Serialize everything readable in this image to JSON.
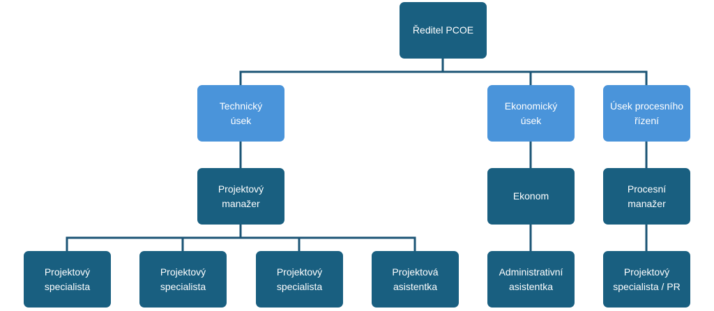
{
  "diagram": {
    "type": "org-chart",
    "colors": {
      "top_and_staff": "#195f80",
      "departments": "#4a94da",
      "connector": "#1b5475",
      "text": "#ffffff"
    },
    "nodes": {
      "root": {
        "line1": "Ředitel PCOE",
        "line2": ""
      },
      "tech": {
        "line1": "Technický",
        "line2": "úsek"
      },
      "ekon": {
        "line1": "Ekonomický",
        "line2": "úsek"
      },
      "proc": {
        "line1": "Úsek procesního",
        "line2": "řízení"
      },
      "pm": {
        "line1": "Projektový",
        "line2": "manažer"
      },
      "eko2": {
        "line1": "Ekonom",
        "line2": ""
      },
      "pcm": {
        "line1": "Procesní",
        "line2": "manažer"
      },
      "ps1": {
        "line1": "Projektový",
        "line2": "specialista"
      },
      "ps2": {
        "line1": "Projektový",
        "line2": "specialista"
      },
      "ps3": {
        "line1": "Projektový",
        "line2": "specialista"
      },
      "pa": {
        "line1": "Projektová",
        "line2": "asistentka"
      },
      "aa": {
        "line1": "Administrativní",
        "line2": "asistentka"
      },
      "pspr": {
        "line1": "Projektový",
        "line2": "specialista / PR"
      }
    },
    "edges": [
      [
        "root",
        "tech"
      ],
      [
        "root",
        "ekon"
      ],
      [
        "root",
        "proc"
      ],
      [
        "tech",
        "pm"
      ],
      [
        "ekon",
        "eko2"
      ],
      [
        "proc",
        "pcm"
      ],
      [
        "pm",
        "ps1"
      ],
      [
        "pm",
        "ps2"
      ],
      [
        "pm",
        "ps3"
      ],
      [
        "pm",
        "pa"
      ],
      [
        "eko2",
        "aa"
      ],
      [
        "pcm",
        "pspr"
      ]
    ]
  }
}
